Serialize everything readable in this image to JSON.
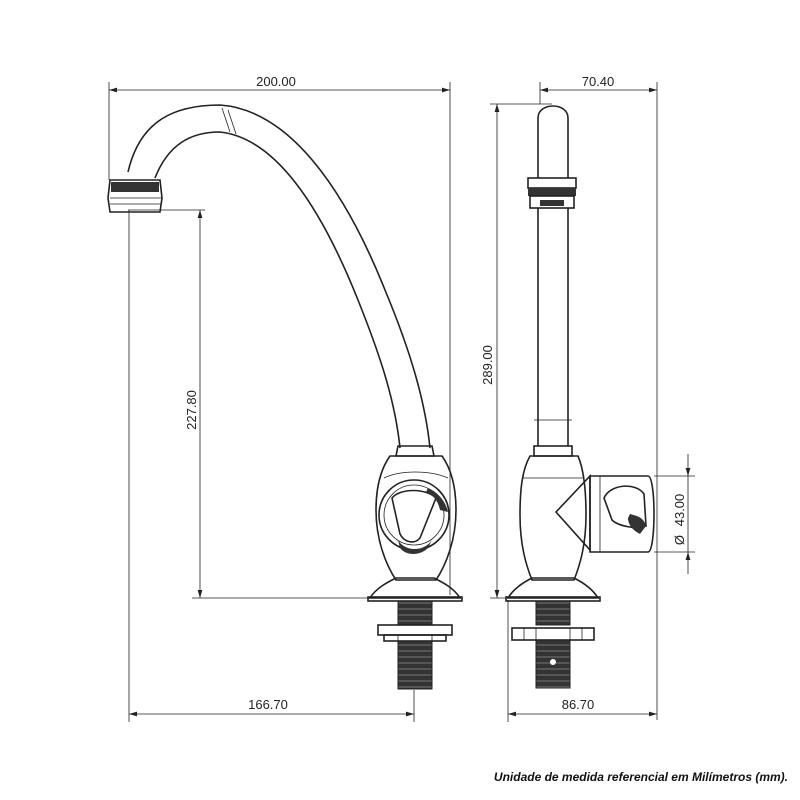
{
  "dimensions": {
    "front_width": "200.00",
    "side_width": "70.40",
    "spout_height": "227.80",
    "total_height": "289.00",
    "handle_diameter": "43.00",
    "diameter_symbol": "Ø",
    "front_base_offset": "166.70",
    "side_base_offset": "86.70"
  },
  "caption": "Unidade de medida referencial em Milímetros (mm)."
}
